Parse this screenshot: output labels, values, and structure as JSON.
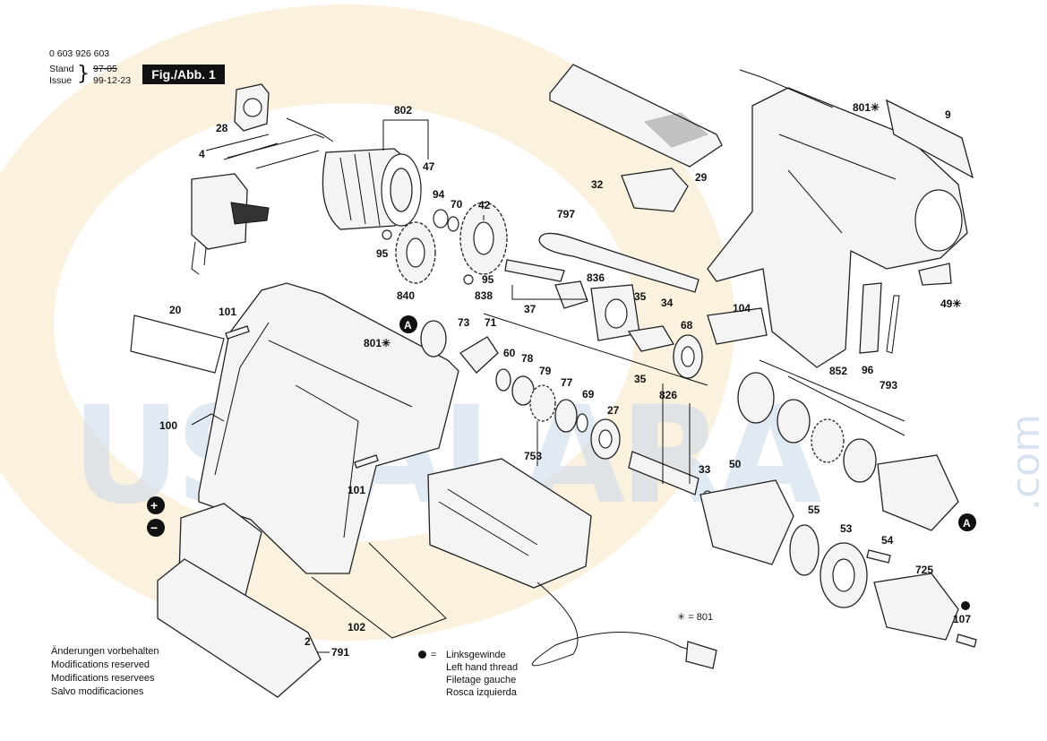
{
  "header": {
    "doc_number": "0 603 926 603",
    "stand_label": "Stand",
    "issue_label": "Issue",
    "old_date": "97-05",
    "new_date": "99-12-23",
    "figure_label": "Fig./Abb. 1"
  },
  "notes": [
    "Änderungen vorbehalten",
    "Modifications reserved",
    "Modifications reservees",
    "Salvo modificaciones"
  ],
  "legend": {
    "symbol": "●",
    "equals": "=",
    "lines": [
      "Linksgewinde",
      "Left hand thread",
      "Filetage gauche",
      "Rosca izquierda"
    ]
  },
  "star_note": "✳ = 801",
  "watermark": {
    "letters": "USTALARA",
    "suffix": ".com"
  },
  "parts": {
    "p2": "2",
    "p4": "4",
    "p9": "9",
    "p20": "20",
    "p27": "27",
    "p28": "28",
    "p29": "29",
    "p32": "32",
    "p33": "33",
    "p34": "34",
    "p35a": "35",
    "p35b": "35",
    "p37": "37",
    "p42": "42",
    "p47": "47",
    "p49": "49✳",
    "p50": "50",
    "p53": "53",
    "p54": "54",
    "p55": "55",
    "p60": "60",
    "p68": "68",
    "p69": "69",
    "p70": "70",
    "p71": "71",
    "p73": "73",
    "p77": "77",
    "p78": "78",
    "p79": "79",
    "p94": "94",
    "p95a": "95",
    "p95b": "95",
    "p96": "96",
    "p100": "100",
    "p101a": "101",
    "p101b": "101",
    "p102": "102",
    "p104": "104",
    "p107": "107",
    "p725": "725",
    "p753": "753",
    "p791": "791",
    "p793": "793",
    "p797": "797",
    "p801a": "801✳",
    "p801b": "801✳",
    "p802": "802",
    "p826": "826",
    "p836": "836",
    "p838": "838",
    "p840": "840",
    "p852": "852",
    "markerA1": "A",
    "markerA2": "A",
    "plus": "+",
    "minus": "−"
  }
}
